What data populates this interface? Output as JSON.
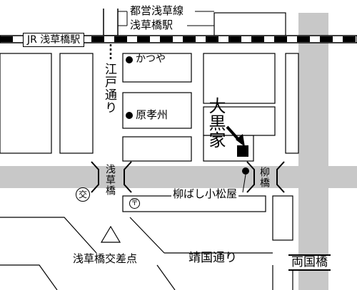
{
  "colors": {
    "road": "#c8c8c8",
    "block_stroke": "#000000",
    "text": "#000000",
    "target": "#000000"
  },
  "labels": {
    "toei_line": "都営浅草線",
    "asakusabashi_station": "浅草橋駅",
    "jr_station": "JR 浅草橋駅",
    "edo_dori": "江戸通り",
    "kakuya": "かつや",
    "harakoshu": "原孝州",
    "daikokuya": "大黒家",
    "asakusabashi_bridge": "浅草橋",
    "yanagibashi_bridge": "柳橋",
    "yanagibashi_komatsuya": "柳ばし小松屋",
    "asakusabashi_intersection": "浅草橋交差点",
    "yasukuni_dori": "靖国通り",
    "ryogokubashi": "両国橋"
  },
  "symbols": {
    "police_box": "交",
    "post_office": "〒"
  },
  "icons": {
    "shop_marker": "circle-marker-icon",
    "target_marker": "square-marker-icon",
    "pointer": "arrow-icon"
  }
}
